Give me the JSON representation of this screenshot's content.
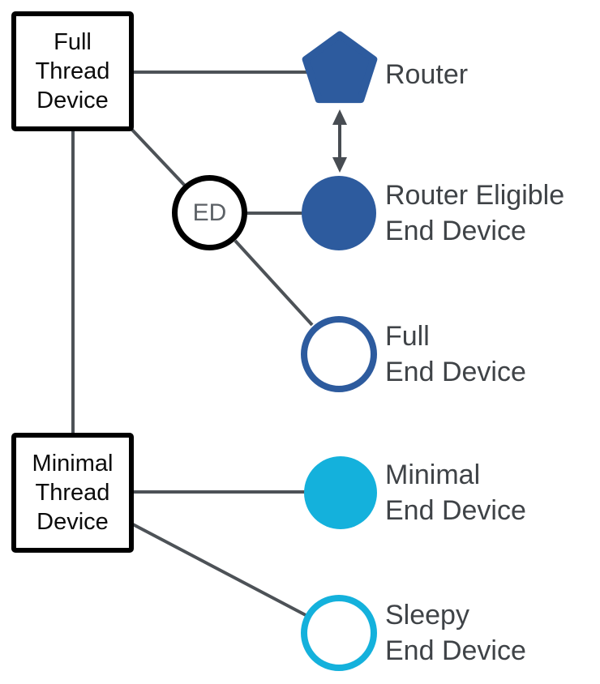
{
  "diagram": {
    "description_colors": {
      "navy_blue": "#2d5b9e",
      "cyan": "#14b1dc",
      "connector_gray": "#4d5257",
      "arrow_gray": "#474c52",
      "label_gray": "#3f4347",
      "box_border_black": "#000000"
    },
    "boxes": {
      "full_thread_device": {
        "line1": "Full",
        "line2": "Thread",
        "line3": "Device"
      },
      "minimal_thread_device": {
        "line1": "Minimal",
        "line2": "Thread",
        "line3": "Device"
      }
    },
    "ed_node": {
      "label": "ED",
      "shape": "circle-outline-black"
    },
    "nodes": {
      "router": {
        "line1": "Router",
        "shape": "pentagon",
        "fill": "#2d5b9e"
      },
      "router_eligible_end_device": {
        "line1": "Router Eligible",
        "line2": "End Device",
        "shape": "circle-filled",
        "fill": "#2d5b9e"
      },
      "full_end_device": {
        "line1": "Full",
        "line2": "End Device",
        "shape": "circle-outline",
        "stroke": "#2d5b9e"
      },
      "minimal_end_device": {
        "line1": "Minimal",
        "line2": "End Device",
        "shape": "circle-filled",
        "fill": "#14b1dc"
      },
      "sleepy_end_device": {
        "line1": "Sleepy",
        "line2": "End Device",
        "shape": "circle-outline",
        "stroke": "#14b1dc"
      }
    },
    "arrow": {
      "type": "double-headed",
      "between": [
        "router",
        "router_eligible_end_device"
      ]
    }
  }
}
